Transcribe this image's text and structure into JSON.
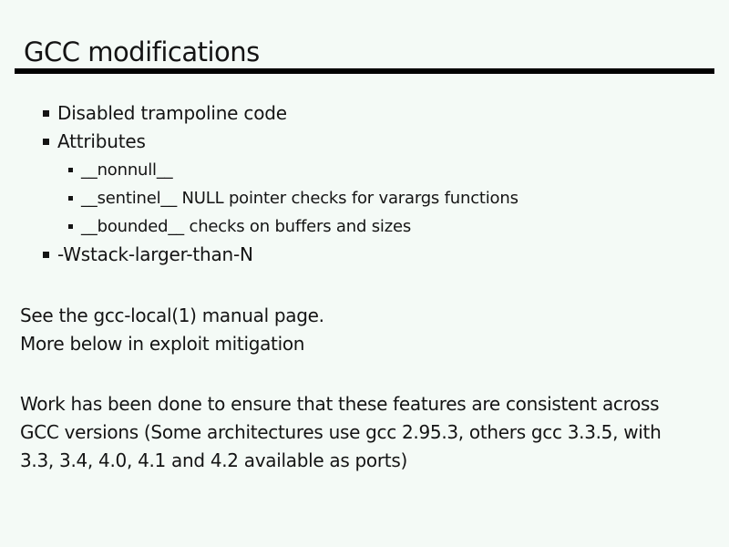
{
  "slide": {
    "title": "GCC modifications",
    "colors": {
      "background": "#f4faf6",
      "text": "#141414",
      "rule": "#000000"
    },
    "bullets": [
      {
        "level": 1,
        "text": "Disabled trampoline code"
      },
      {
        "level": 1,
        "text": "Attributes"
      },
      {
        "level": 2,
        "text": "__nonnull__"
      },
      {
        "level": 2,
        "text": "__sentinel__ NULL pointer checks for varargs functions"
      },
      {
        "level": 2,
        "text": "__bounded__ checks on buffers and sizes"
      },
      {
        "level": 1,
        "text": "-Wstack-larger-than-N"
      }
    ],
    "notes": {
      "line1": "See the gcc-local(1) manual page.",
      "line2": "More below in exploit mitigation"
    },
    "paragraph": {
      "line1": "Work has been done to ensure that these features are consistent across",
      "line2": "GCC versions (Some architectures use gcc 2.95.3, others gcc 3.3.5, with",
      "line3": "3.3, 3.4, 4.0, 4.1 and 4.2 available as ports)"
    }
  }
}
